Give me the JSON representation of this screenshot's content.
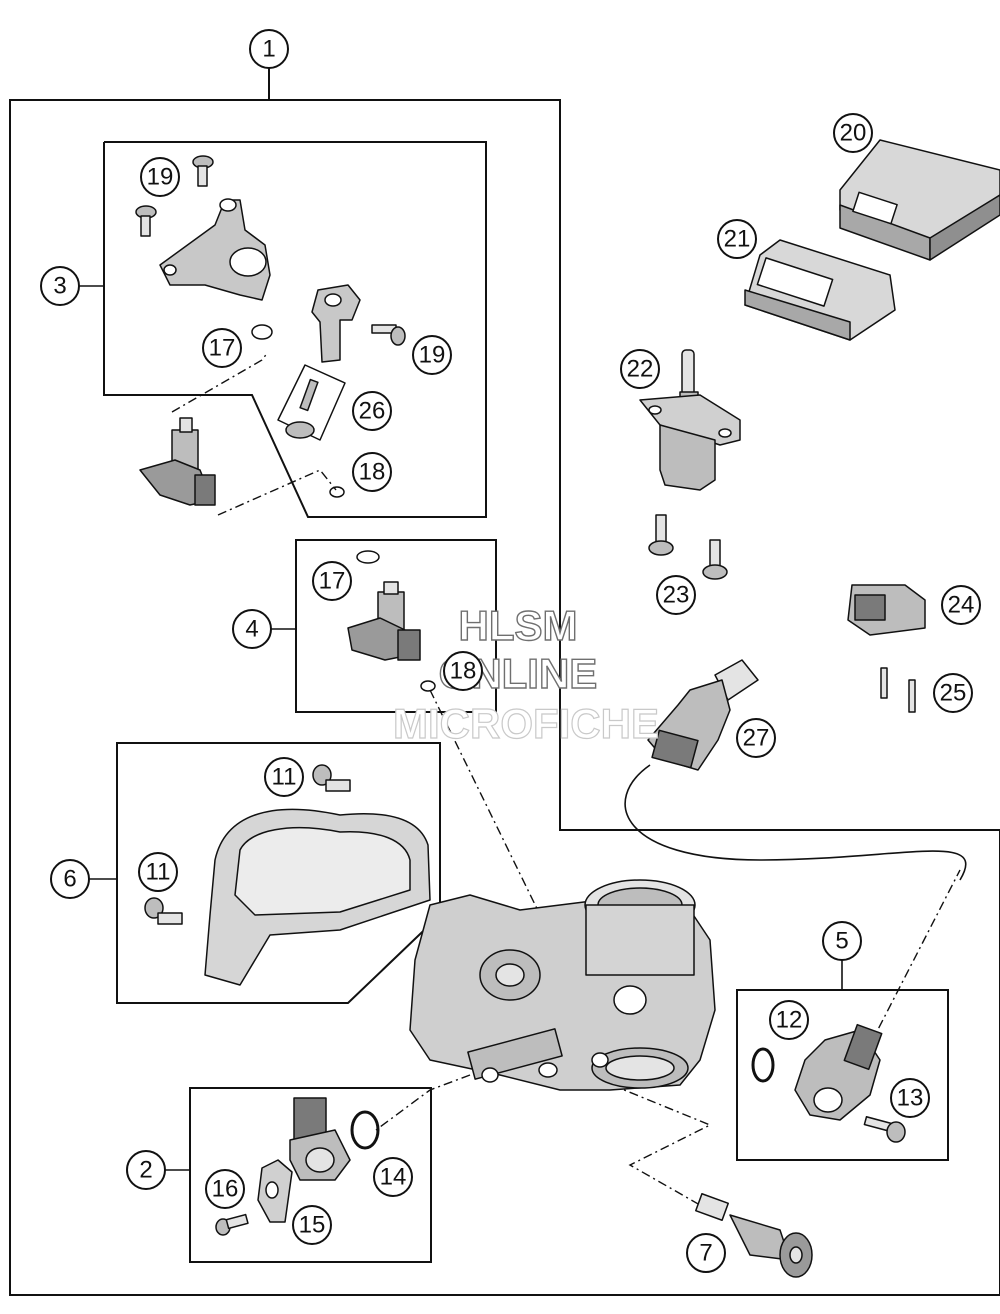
{
  "watermark": {
    "line1": "HLSM",
    "line2": "ONLINE",
    "line3": "MICROFICHE"
  },
  "callouts": {
    "c1": "1",
    "c2": "2",
    "c3": "3",
    "c4": "4",
    "c5": "5",
    "c6": "6",
    "c7": "7",
    "c11a": "11",
    "c11b": "11",
    "c12": "12",
    "c13": "13",
    "c14": "14",
    "c15": "15",
    "c16": "16",
    "c17a": "17",
    "c17b": "17",
    "c18a": "18",
    "c18b": "18",
    "c19a": "19",
    "c19b": "19",
    "c20": "20",
    "c21": "21",
    "c22": "22",
    "c23": "23",
    "c24": "24",
    "c25": "25",
    "c26": "26",
    "c27": "27"
  },
  "colors": {
    "line": "#111111",
    "part_fill": "#bdbdbd",
    "part_dark": "#7a7a7a",
    "part_light": "#e4e4e4"
  }
}
